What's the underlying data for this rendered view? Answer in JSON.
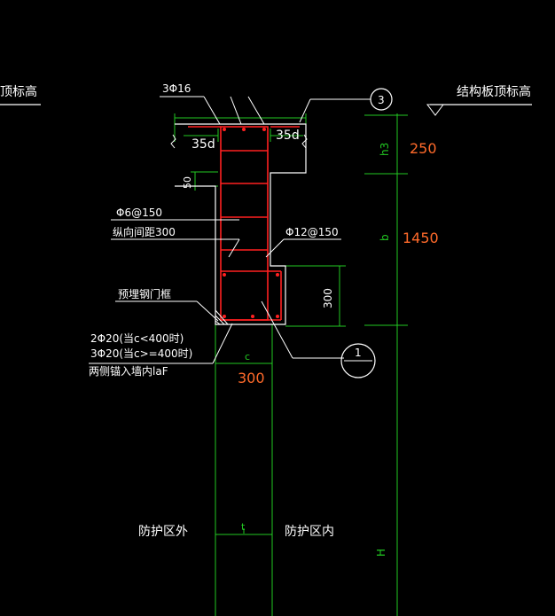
{
  "texts": {
    "left_elevation_label": "顶标高",
    "rebar_top": "3Φ16",
    "anchor_left": "35d",
    "anchor_right": "35d",
    "detail_ref_3": "3",
    "right_elevation_label": "结构板顶标高",
    "dim_h3": "h3",
    "dim_h3_value": "250",
    "dim_b": "b",
    "dim_b_value": "1450",
    "dim_50": "50",
    "stirrup": "Φ6@150",
    "stirrup_note": "纵向间距300",
    "tie_bar": "Φ12@150",
    "dim_300_vertical": "300",
    "embedded_frame": "预埋钢门框",
    "bottom_rebar_1": "2Φ20(当c<400时)",
    "bottom_rebar_2": "3Φ20(当c>=400时)",
    "anchor_note": "两侧锚入墙内laF",
    "dim_c": "c",
    "dim_300_width": "300",
    "detail_ref_1_num": "1",
    "detail_ref_1_den": "—",
    "zone_outside": "防护区外",
    "zone_inside": "防护区内",
    "wall_thickness": "t",
    "dim_H": "H"
  },
  "colors": {
    "background": "#000000",
    "concrete": "#ffffff",
    "rebar": "#ff2020",
    "dimension": "#22c822",
    "value_text": "#ff6a2a",
    "text": "#ffffff"
  }
}
